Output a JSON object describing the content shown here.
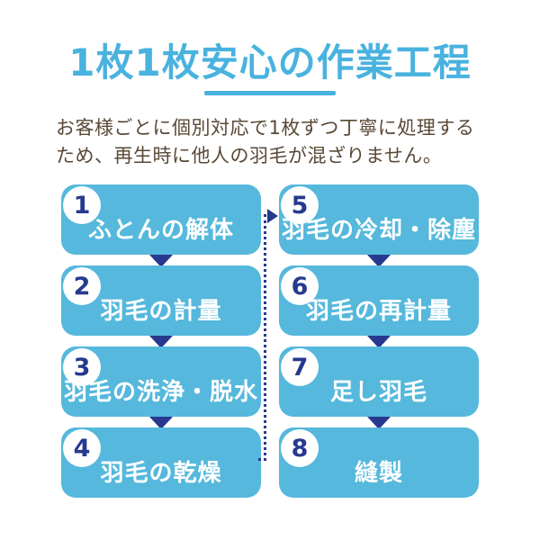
{
  "header": {
    "title": "1枚1枚安心の作業工程",
    "title_color": "#49b2df",
    "underline_color": "#49b2df"
  },
  "intro": {
    "line1": "お客様ごとに個別対応で1枚ずつ丁寧に処理する",
    "line2": "ため、再生時に他人の羽毛が混ざりません。",
    "text_color": "#594836"
  },
  "flow": {
    "box_color": "#55b8dc",
    "arrow_color": "#27398f",
    "number_color": "#27398f",
    "label_color": "#ffffff",
    "connector_style": "dotted",
    "steps": [
      {
        "number": "1",
        "label": "ふとんの解体"
      },
      {
        "number": "2",
        "label": "羽毛の計量"
      },
      {
        "number": "3",
        "label": "羽毛の洗浄・脱水"
      },
      {
        "number": "4",
        "label": "羽毛の乾燥"
      },
      {
        "number": "5",
        "label": "羽毛の冷却・除塵"
      },
      {
        "number": "6",
        "label": "羽毛の再計量"
      },
      {
        "number": "7",
        "label": "足し羽毛"
      },
      {
        "number": "8",
        "label": "縫製"
      }
    ]
  }
}
